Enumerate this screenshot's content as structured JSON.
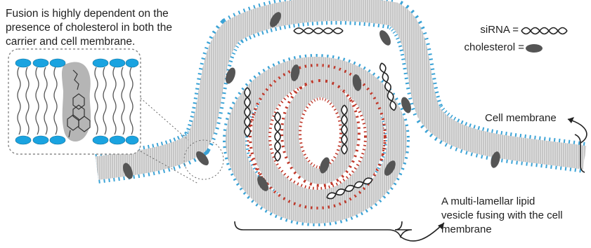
{
  "caption": {
    "lines": [
      "Fusion is highly dependent on the",
      "presence of cholesterol in both the",
      "carrier and cell membrane."
    ]
  },
  "legend": {
    "sirna_label": "siRNA =",
    "cholesterol_label": "cholesterol ="
  },
  "labels": {
    "cell_membrane": "Cell membrane",
    "vesicle_lines": [
      "A multi-lamellar lipid",
      "vesicle fusing with the cell",
      "membrane"
    ]
  },
  "colors": {
    "outer_headgroup": "#3ba3d6",
    "inner_headgroup": "#c0392b",
    "inset_headgroup": "#1aa3e0",
    "lipid_fill": "#e2e2e2",
    "tail": "#8a8a8a",
    "cholesterol": "#555555",
    "sirna": "#222222",
    "text": "#1f1f1f"
  }
}
